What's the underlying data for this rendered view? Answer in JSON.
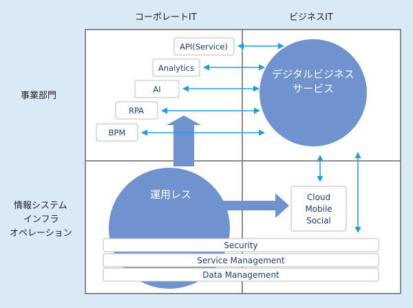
{
  "columns": {
    "corporate_it": "コーポレートIT",
    "business_it": "ビジネスIT"
  },
  "rows": {
    "business_dept": "事業部門",
    "infra_line1": "情報システム",
    "infra_line2": "インフラ",
    "infra_line3": "オペレーション"
  },
  "boxes": [
    "API(Service)",
    "Analytics",
    "AI",
    "RPA",
    "BPM"
  ],
  "digital_service": {
    "line1": "デジタルビジネス",
    "line2": "サービス"
  },
  "ops_less": "運用レス",
  "cloud_box": [
    "Cloud",
    "Mobile",
    "Social"
  ],
  "layers": [
    "Security",
    "Service Management",
    "Data Management"
  ],
  "colors": {
    "circle": "#6f93cf",
    "arrow": "#1e9ddc",
    "background": "#d9eaf6",
    "border": "#666666"
  }
}
